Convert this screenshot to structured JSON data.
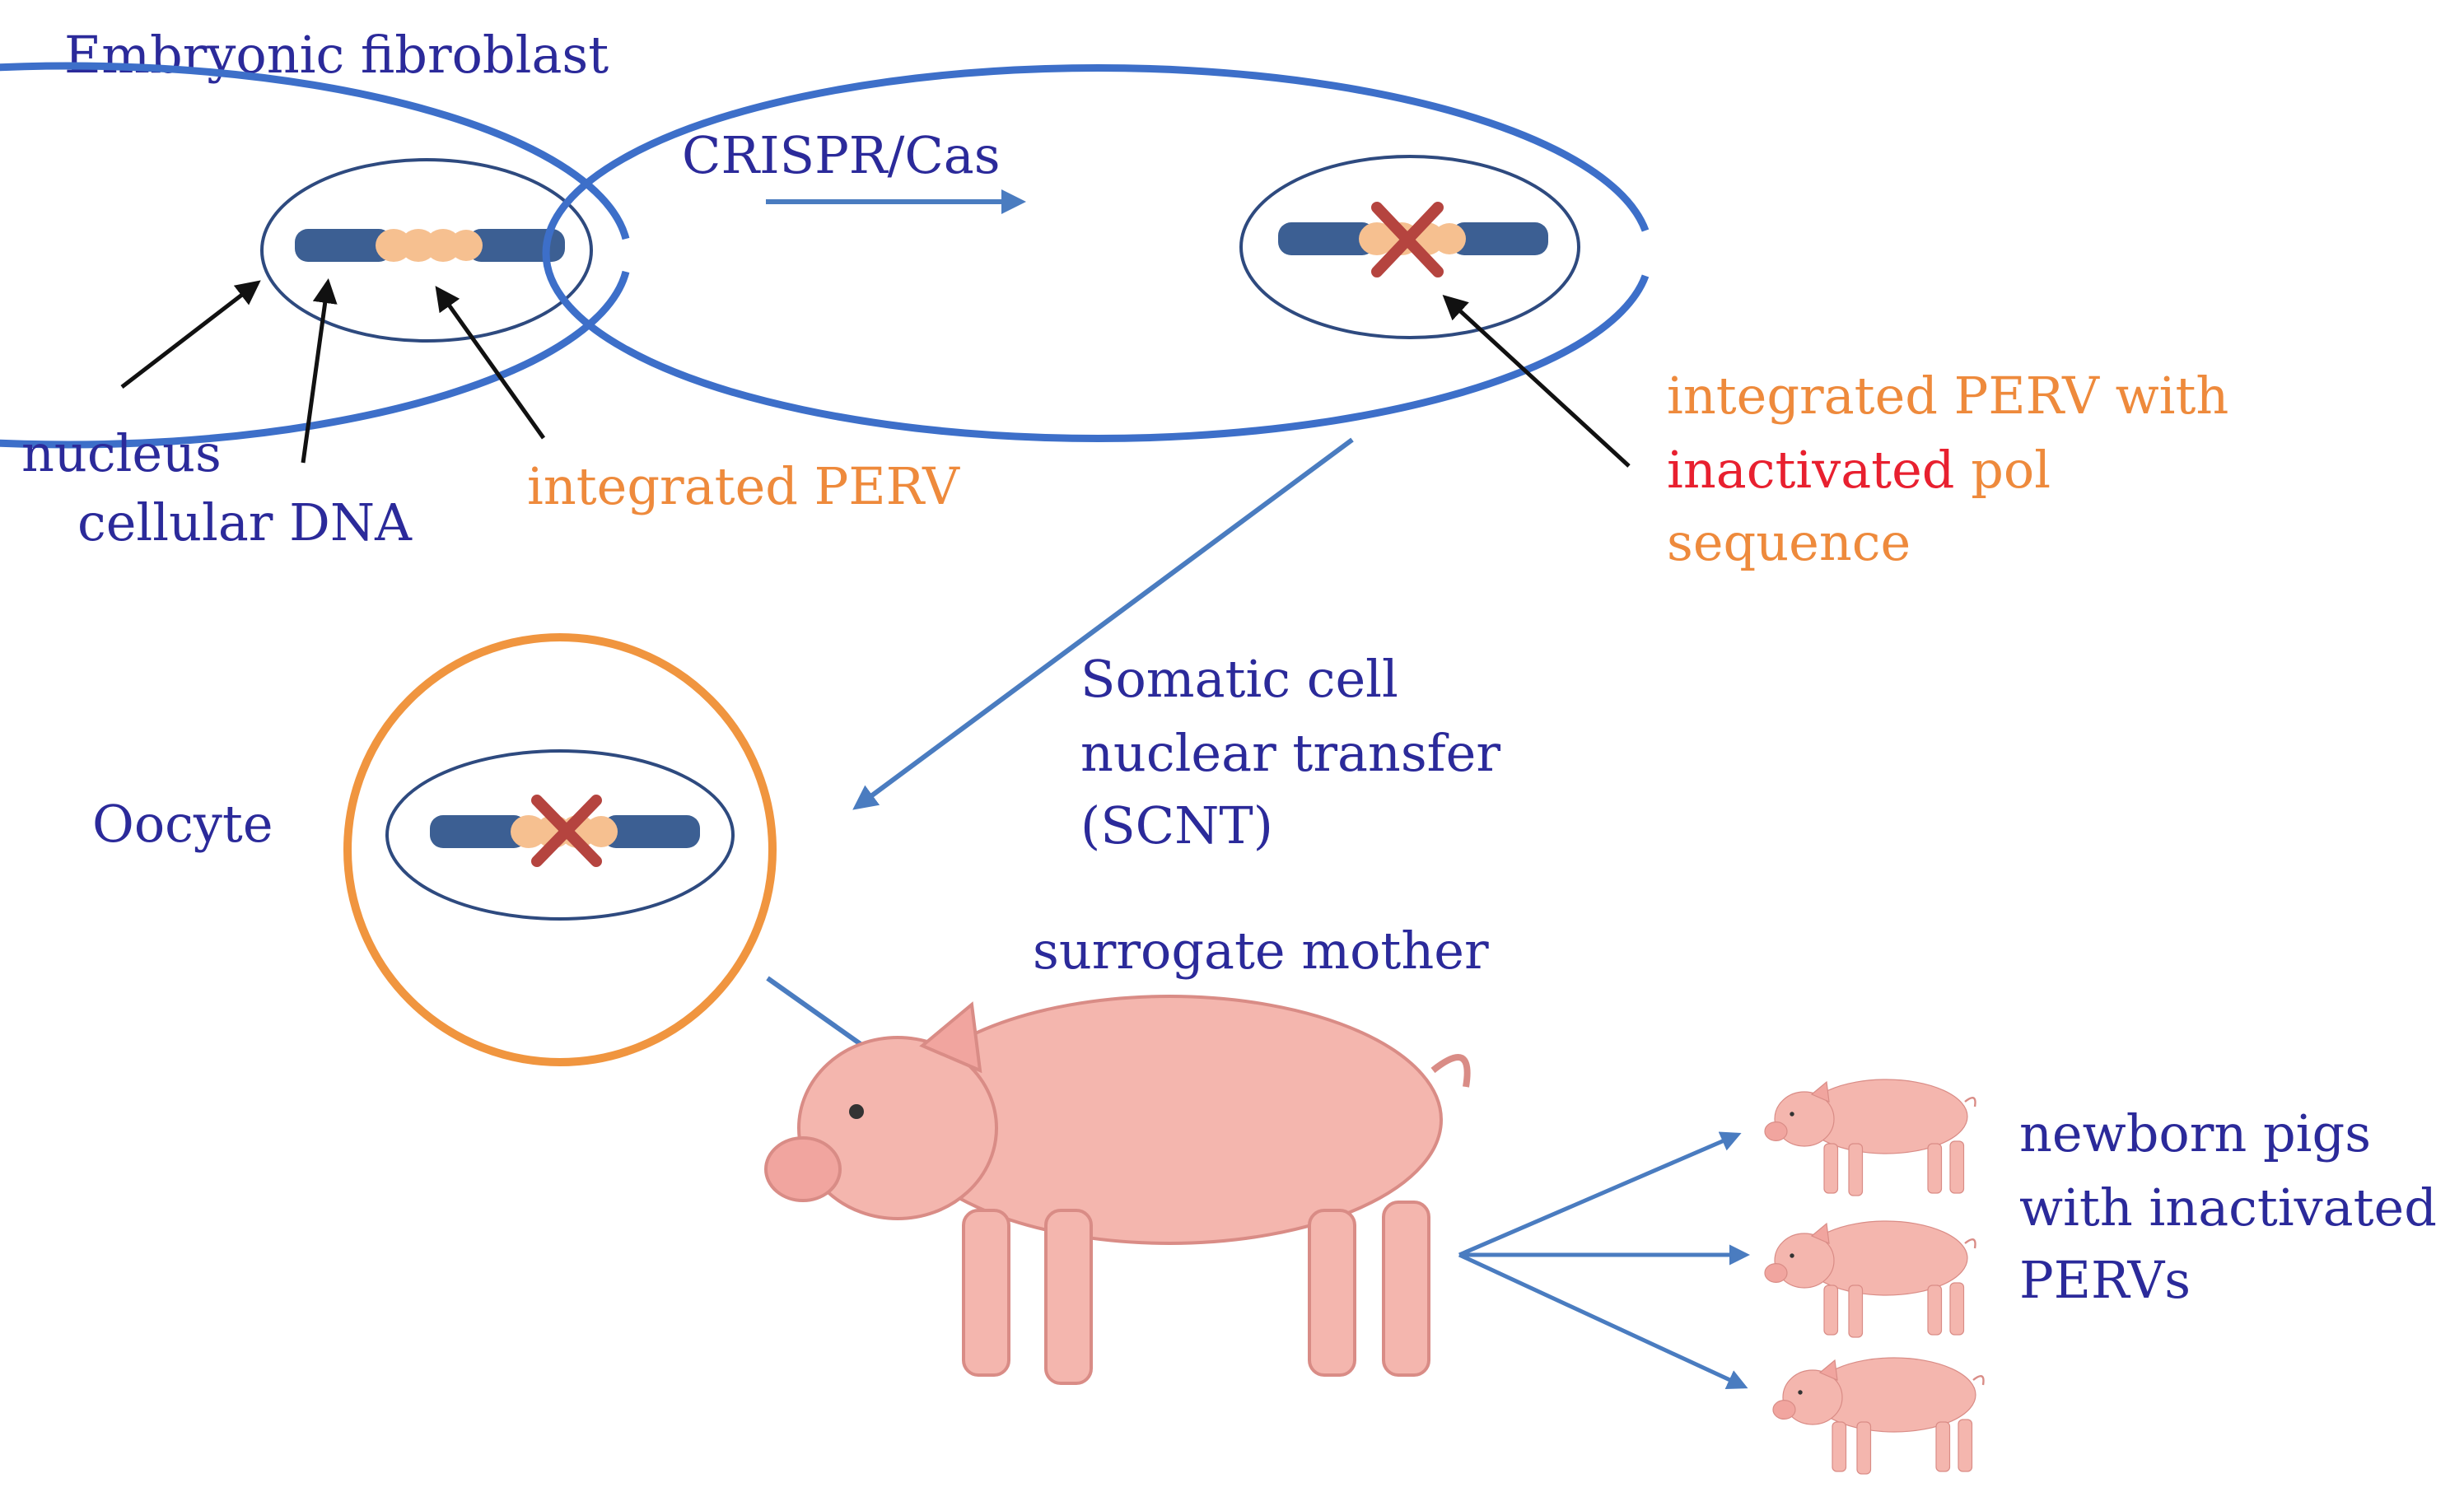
{
  "labels": {
    "embryonic_fibroblast": "Embryonic fibroblast",
    "crispr_cas": "CRISPR/Cas",
    "nucleus": "nucleus",
    "cellular_dna": "cellular DNA",
    "integrated_perv": "integrated PERV",
    "inactivated_perv_line1": "integrated PERV with",
    "inactivated_word": "inactivated",
    "pol_word": " pol",
    "sequence_word": "sequence",
    "scnt_line1": "Somatic cell",
    "scnt_line2": "nuclear transfer",
    "scnt_line3": "(SCNT)",
    "oocyte": "Oocyte",
    "surrogate_mother": "surrogate mother",
    "newborn_line1": "newborn pigs",
    "newborn_line2": "with inactivated",
    "newborn_line3": "PERVs"
  },
  "colors": {
    "cell_membrane": "#3d6fc9",
    "nucleus_outline": "#2e4a7f",
    "dna_blue": "#3c5f93",
    "perv_orange": "#f6c090",
    "x_mark": "#b5443f",
    "oocyte_ring": "#f0953f",
    "arrow_blue": "#4a7cc0",
    "pointer_black": "#111111",
    "pig_skin": "#f4b6ae",
    "text_blue": "#2b2a9a",
    "text_orange": "#ee8a3c",
    "text_red": "#e8202f"
  }
}
